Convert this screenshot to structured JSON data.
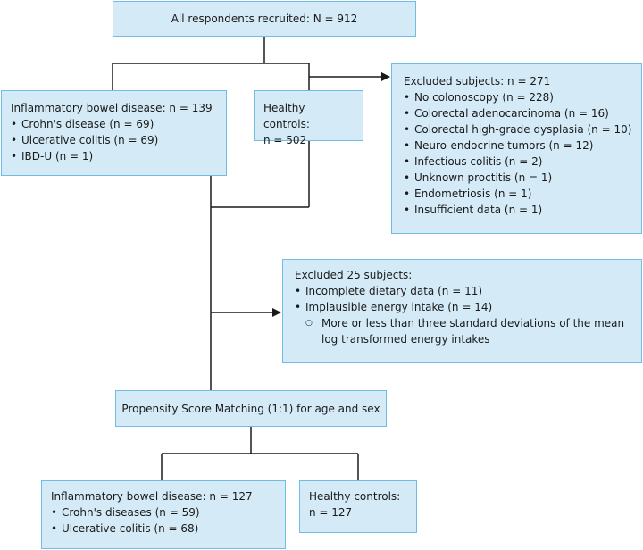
{
  "top": "All respondents recruited: N = 912",
  "ibd1": {
    "title": "Inflammatory bowel disease: n = 139",
    "items": [
      "Crohn's disease (n = 69)",
      "Ulcerative colitis (n = 69)",
      "IBD-U (n = 1)"
    ]
  },
  "hc1": {
    "title": "Healthy controls:",
    "count": "n = 502"
  },
  "excl1": {
    "title": "Excluded subjects: n = 271",
    "items": [
      "No colonoscopy (n = 228)",
      "Colorectal adenocarcinoma (n = 16)",
      "Colorectal high-grade dysplasia (n = 10)",
      "Neuro-endocrine tumors (n = 12)",
      "Infectious colitis (n = 2)",
      "Unknown proctitis (n = 1)",
      "Endometriosis (n = 1)",
      "Insufficient data (n = 1)"
    ]
  },
  "excl2": {
    "title": "Excluded 25 subjects:",
    "items": [
      "Incomplete dietary data (n = 11)",
      "Implausible energy intake (n = 14)"
    ],
    "sub": "More or less than three standard deviations of the mean log transformed energy intakes"
  },
  "psm": "Propensity Score Matching (1:1) for age and sex",
  "ibd2": {
    "title": "Inflammatory bowel disease: n = 127",
    "items": [
      "Crohn's diseases (n = 59)",
      "Ulcerative colitis (n = 68)"
    ]
  },
  "hc2": {
    "title": "Healthy controls:",
    "count": "n = 127"
  }
}
